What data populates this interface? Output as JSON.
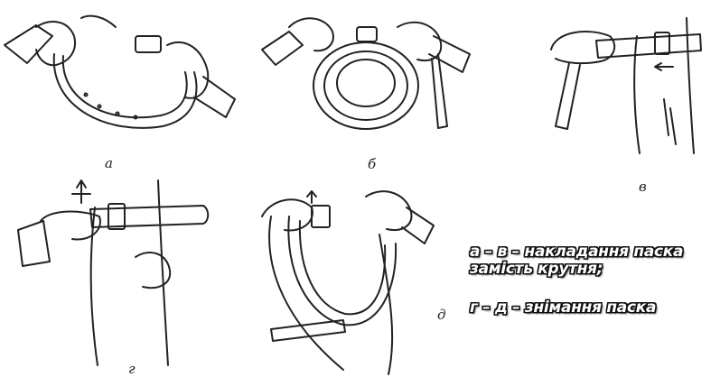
{
  "panels": [
    {
      "id": "a",
      "label": "а"
    },
    {
      "id": "b",
      "label": "б"
    },
    {
      "id": "v",
      "label": "в"
    },
    {
      "id": "g",
      "label": "г"
    },
    {
      "id": "d",
      "label": "д"
    }
  ],
  "legend": {
    "line1": "а – в – накладання паска",
    "line2": "замість крутня;",
    "line3": "г – д – знімання паска"
  },
  "colors": {
    "ink": "#222222",
    "legend_fill": "#ffffff",
    "legend_outline": "#111111"
  }
}
